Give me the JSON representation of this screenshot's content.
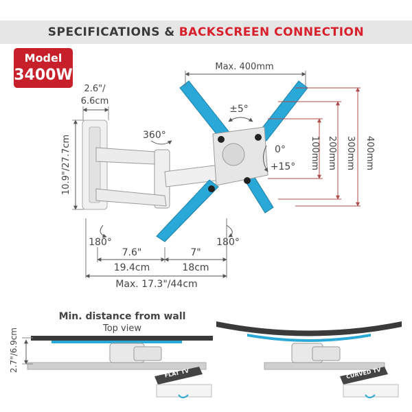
{
  "header": {
    "title_part1": "SPECIFICATIONS &",
    "title_part2": "BACKSCREEN CONNECTION"
  },
  "model": {
    "label": "Model",
    "number": "3400W"
  },
  "dimensions": {
    "max_vesa": "Max. 400mm",
    "depth_min_in": "2.6\"/",
    "depth_min_cm": "6.6cm",
    "height": "10.9\"/27.7cm",
    "swivel_arm": "360°",
    "tilt": "±5°",
    "tilt_min": "0°",
    "tilt_max": "+15°",
    "vesa_100": "100mm",
    "vesa_200": "200mm",
    "vesa_300": "300mm",
    "vesa_400": "400mm",
    "rot_left": "180°",
    "rot_right": "180°",
    "arm1_in": "7.6\"",
    "arm1_cm": "19.4cm",
    "arm2_in": "7\"",
    "arm2_cm": "18cm",
    "max_ext": "Max. 17.3\"/44cm"
  },
  "min_distance": {
    "title": "Min. distance from wall",
    "subtitle": "Top view",
    "value": "2.7\"/6.9cm",
    "flat_label": "FLAT TV",
    "curved_label": "CURVED TV"
  },
  "colors": {
    "accent_red": "#d8202c",
    "plate_blue": "#2aa8d8",
    "dim_red": "#b04a4a"
  }
}
